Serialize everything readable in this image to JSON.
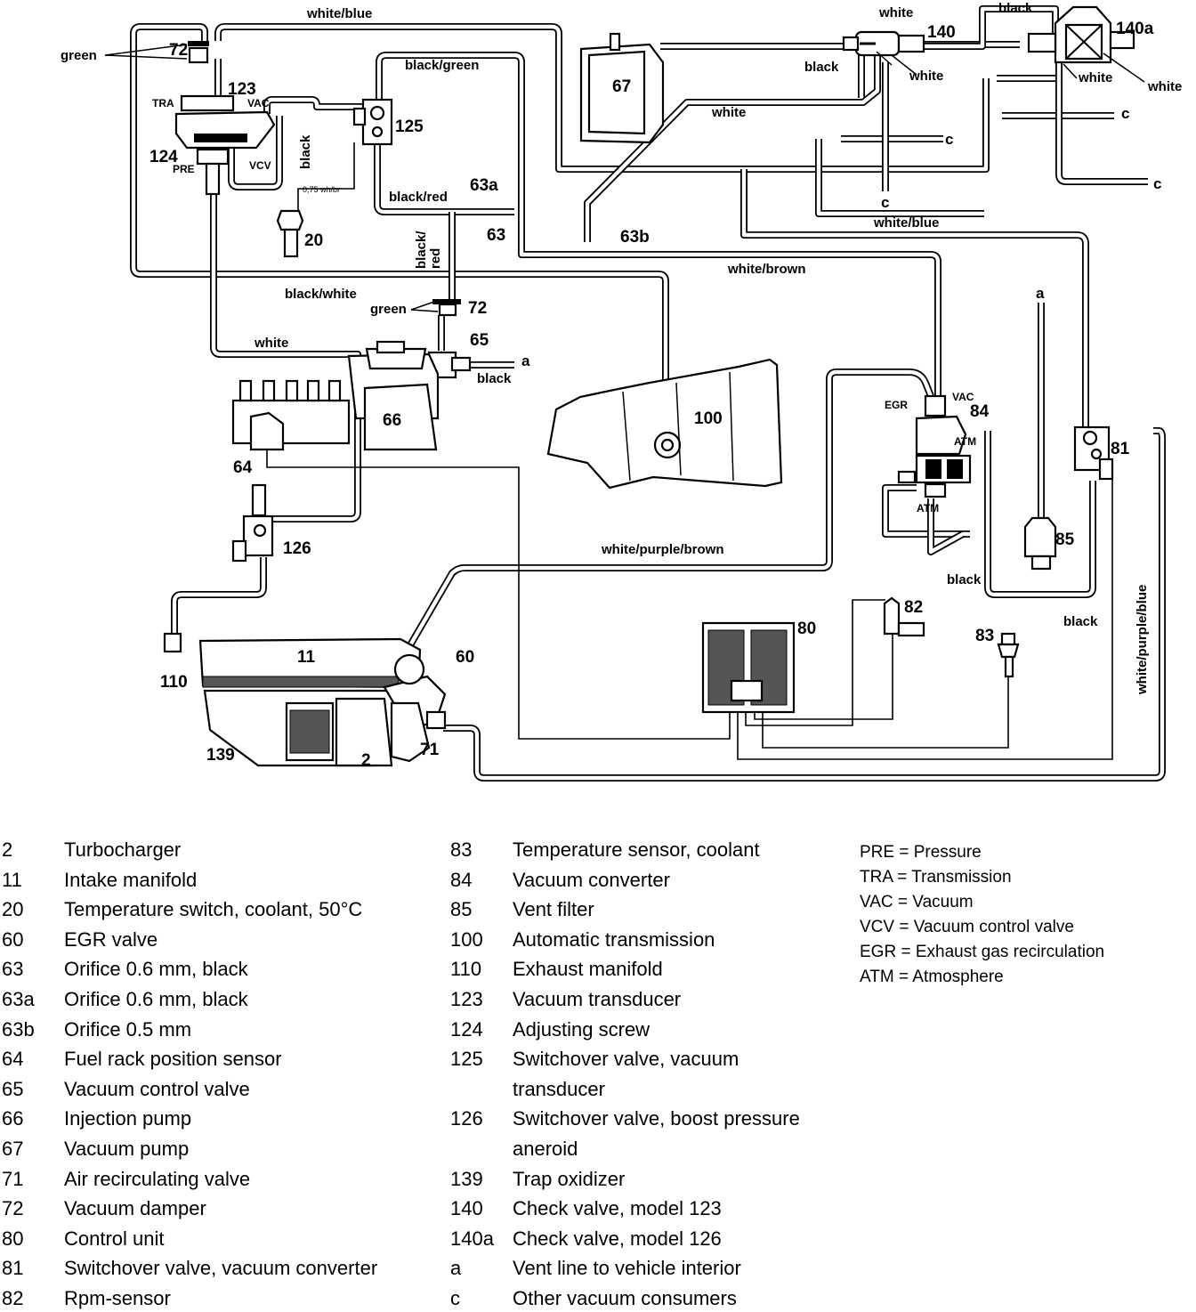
{
  "diagram": {
    "hose_labels": {
      "white_blue_top": "white/blue",
      "green_left": "green",
      "black_green": "black/green",
      "black_vertical": "black",
      "black_red": "black/red",
      "black_red_vertical": "black/\nred",
      "wire_075": "0,75 wh/br",
      "black_white": "black/white",
      "green_mid": "green",
      "white_mid": "white",
      "black_65": "black",
      "white_diag": "white",
      "white_brown": "white/brown",
      "white_blue_right": "white/blue",
      "white_140_top": "white",
      "white_140_right": "white",
      "black_140": "black",
      "black_140a": "black",
      "white_140a_a": "white",
      "white_140a_b": "white",
      "white_purple_brown": "white/purple/brown",
      "black_85": "black",
      "black_81": "black",
      "white_purple_blue": "white/purple/blue",
      "c1": "c",
      "c2": "c",
      "c3": "c",
      "c4": "c",
      "a1": "a",
      "a2": "a"
    },
    "port_labels": {
      "tra": "TRA",
      "vac": "VAC",
      "pre": "PRE",
      "vcv": "VCV",
      "egr": "EGR",
      "vac_84": "VAC",
      "atm_84a": "ATM",
      "atm_84b": "ATM"
    },
    "callouts": {
      "n72a": "72",
      "n123": "123",
      "n124": "124",
      "n125": "125",
      "n20": "20",
      "n63a": "63a",
      "n63": "63",
      "n63b": "63b",
      "n72b": "72",
      "n65": "65",
      "n66": "66",
      "n64": "64",
      "n67": "67",
      "n140": "140",
      "n140a": "140a",
      "n100": "100",
      "n84": "84",
      "n81": "81",
      "n85": "85",
      "n126": "126",
      "n80": "80",
      "n82": "82",
      "n83": "83",
      "n11": "11",
      "n110": "110",
      "n60": "60",
      "n139": "139",
      "n2": "2",
      "n71": "71"
    }
  },
  "legend": {
    "col1": [
      {
        "code": "2",
        "text": "Turbocharger"
      },
      {
        "code": "11",
        "text": "Intake manifold"
      },
      {
        "code": "20",
        "text": "Temperature switch, coolant, 50°C"
      },
      {
        "code": "60",
        "text": "EGR valve"
      },
      {
        "code": "63",
        "text": "Orifice 0.6 mm, black"
      },
      {
        "code": "63a",
        "text": "Orifice 0.6 mm, black"
      },
      {
        "code": "63b",
        "text": "Orifice 0.5 mm"
      },
      {
        "code": "64",
        "text": "Fuel rack position sensor"
      },
      {
        "code": "65",
        "text": "Vacuum control valve"
      },
      {
        "code": "66",
        "text": "Injection pump"
      },
      {
        "code": "67",
        "text": "Vacuum pump"
      },
      {
        "code": "71",
        "text": "Air recirculating valve"
      },
      {
        "code": "72",
        "text": "Vacuum damper"
      },
      {
        "code": "80",
        "text": "Control unit"
      },
      {
        "code": "81",
        "text": "Switchover valve, vacuum converter"
      },
      {
        "code": "82",
        "text": "Rpm-sensor"
      }
    ],
    "col2": [
      {
        "code": "83",
        "text": "Temperature sensor, coolant"
      },
      {
        "code": "84",
        "text": "Vacuum converter"
      },
      {
        "code": "85",
        "text": "Vent filter"
      },
      {
        "code": "100",
        "text": "Automatic transmission"
      },
      {
        "code": "110",
        "text": "Exhaust manifold"
      },
      {
        "code": "123",
        "text": "Vacuum transducer"
      },
      {
        "code": "124",
        "text": "Adjusting screw"
      },
      {
        "code": "125",
        "text": "Switchover valve, vacuum"
      },
      {
        "code": "",
        "text": "transducer"
      },
      {
        "code": "126",
        "text": "Switchover valve, boost pressure"
      },
      {
        "code": "",
        "text": "aneroid"
      },
      {
        "code": "139",
        "text": "Trap oxidizer"
      },
      {
        "code": "140",
        "text": "Check valve, model 123"
      },
      {
        "code": "140a",
        "text": "Check valve, model 126"
      },
      {
        "code": "a",
        "text": "Vent line to vehicle interior"
      },
      {
        "code": "c",
        "text": "Other vacuum consumers"
      }
    ],
    "abbreviations": [
      "PRE = Pressure",
      "TRA = Transmission",
      "VAC = Vacuum",
      "VCV = Vacuum control valve",
      "EGR = Exhaust gas recirculation",
      "ATM = Atmosphere"
    ]
  }
}
